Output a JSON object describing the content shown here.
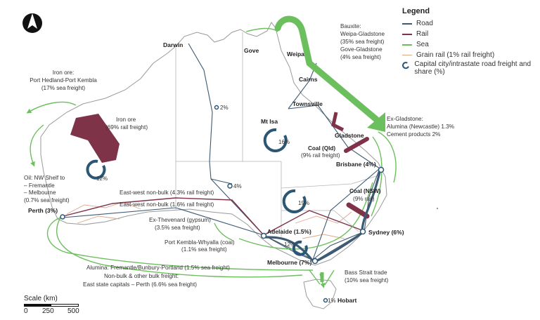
{
  "legend": {
    "title": "Legend",
    "items": [
      {
        "label": "Road",
        "color": "#3d5a73"
      },
      {
        "label": "Rail",
        "color": "#7e3349"
      },
      {
        "label": "Sea",
        "color": "#6cbf5d"
      },
      {
        "label": "Grain rail (1% rail freight)",
        "color": "#d9a98a"
      },
      {
        "label": "Capital city/intrastate road freight and share (%)",
        "color": "#2b5674"
      }
    ]
  },
  "scale": {
    "title": "Scale (km)",
    "ticks": [
      "0",
      "250",
      "500"
    ]
  },
  "places": {
    "darwin": "Darwin",
    "gove": "Gove",
    "weipa": "Weipa",
    "cairns": "Cairns",
    "townsville": "Townsville",
    "mt_isa": "Mt Isa",
    "gladstone": "Gladstone",
    "brisbane": "Brisbane (4%)",
    "sydney": "Sydney (6%)",
    "melbourne": "Melbourne (7%)",
    "adelaide": "Adelaide (1.5%)",
    "perth": "Perth (3%)",
    "hobart": "Hobart"
  },
  "flows": {
    "iron_sea_1": "Iron ore:",
    "iron_sea_2": "Port Hedland-Port Kembla",
    "iron_sea_3": "(17% sea freight)",
    "iron_rail_1": "Iron ore",
    "iron_rail_2": "(69% rail freight)",
    "bauxite_1": "Bauxite:",
    "bauxite_2": "Weipa-Gladstone",
    "bauxite_3": "(35% sea freight)",
    "bauxite_4": "Gove-Gladstone",
    "bauxite_5": "(4% sea freight)",
    "exglad_1": "Ex-Gladstone:",
    "exglad_2": "Alumina (Newcastle) 1.3%",
    "exglad_3": "Cement products 2%",
    "coal_qld_1": "Coal (Qld)",
    "coal_qld_2": "(9% rail freight)",
    "coal_nsw_1": "Coal (NSW)",
    "coal_nsw_2": "(9% rail)",
    "oil_1": "Oil: NW Shelf to",
    "oil_2": "– Fremantle",
    "oil_3": "– Melbourne",
    "oil_4": "(0.7% sea freight)",
    "ew_rail": "East-west non-bulk (4.3% rail freight)",
    "ew_road": "East-west non-bulk (1.6% rail freight)",
    "thevenard_1": "Ex-Thevenard (gypsum)",
    "thevenard_2": "(3.5% sea freight)",
    "kembla_1": "Port Kembla-Whyalla (coal)",
    "kembla_2": "(1.1% sea freight)",
    "alumina": "Alumina: Fremantle/Bunbury-Portland (1.5% sea freight)",
    "nonbulk_1": "Non-bulk & other bulk freight:",
    "nonbulk_2": "East state capitals – Perth (6.6% sea freight)",
    "bass_1": "Bass Strait trade",
    "bass_2": "(10% sea freight)"
  },
  "shares": {
    "wa": "12%",
    "nt": "2%",
    "sa_north": "4%",
    "qld": "16%",
    "nsw": "19%",
    "vic": "12%",
    "tas": "1%"
  },
  "colors": {
    "road": "#3d5a73",
    "rail": "#7e3349",
    "sea": "#6cbf5d",
    "grain": "#d9a98a",
    "capital": "#2b5674",
    "coast": "#9a9a9a",
    "border": "#b5b5b5"
  },
  "north_arrow": "north-arrow-icon"
}
